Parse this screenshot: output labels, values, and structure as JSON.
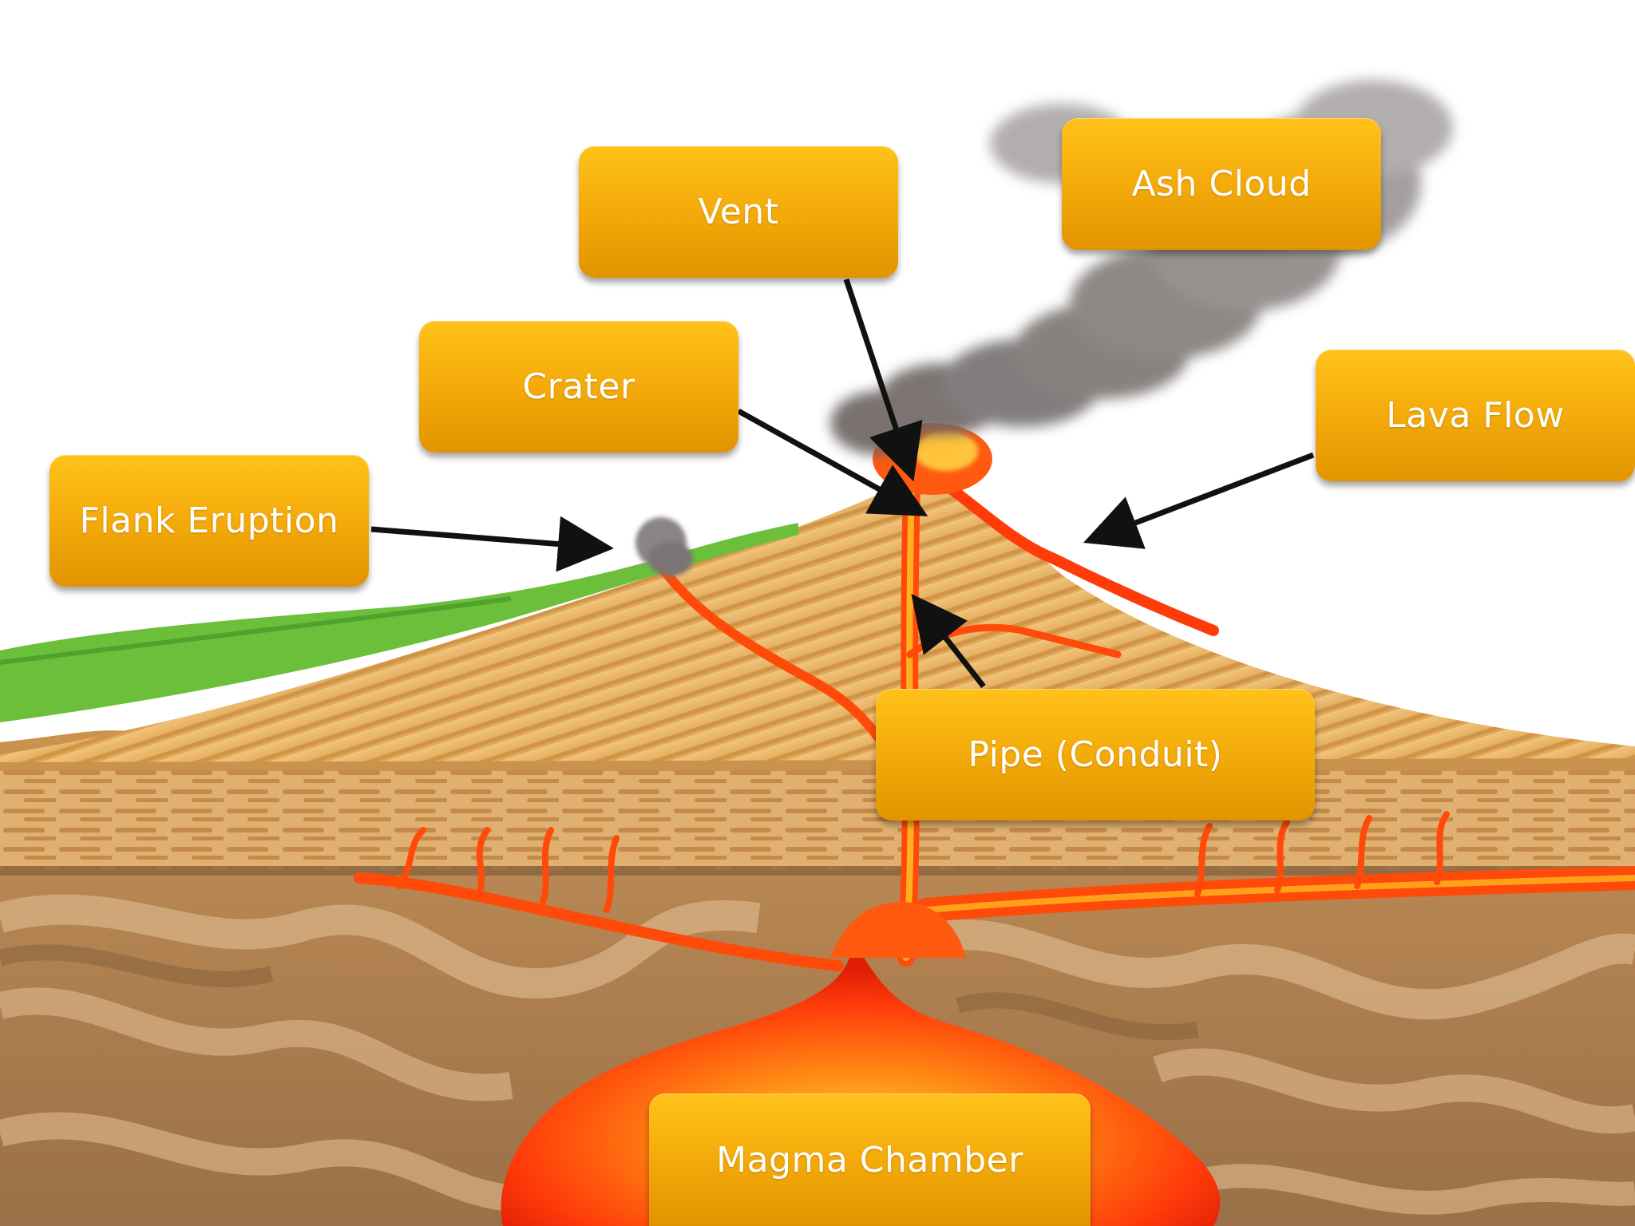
{
  "labels": {
    "vent": "Vent",
    "ash_cloud": "Ash Cloud",
    "crater": "Crater",
    "lava_flow": "Lava Flow",
    "flank_eruption": "Flank Eruption",
    "pipe": "Pipe (Conduit)",
    "magma_chamber": "Magma Chamber"
  },
  "colors": {
    "label_top": "#ffc21a",
    "label_bottom": "#e29400",
    "magma": "#ff3b0a",
    "magma_core": "#ffd23a",
    "cone": "#e8b564",
    "grass": "#6bbf3a",
    "earth": "#a47a4c",
    "ash": "#7a7472",
    "arrow": "#111111"
  }
}
